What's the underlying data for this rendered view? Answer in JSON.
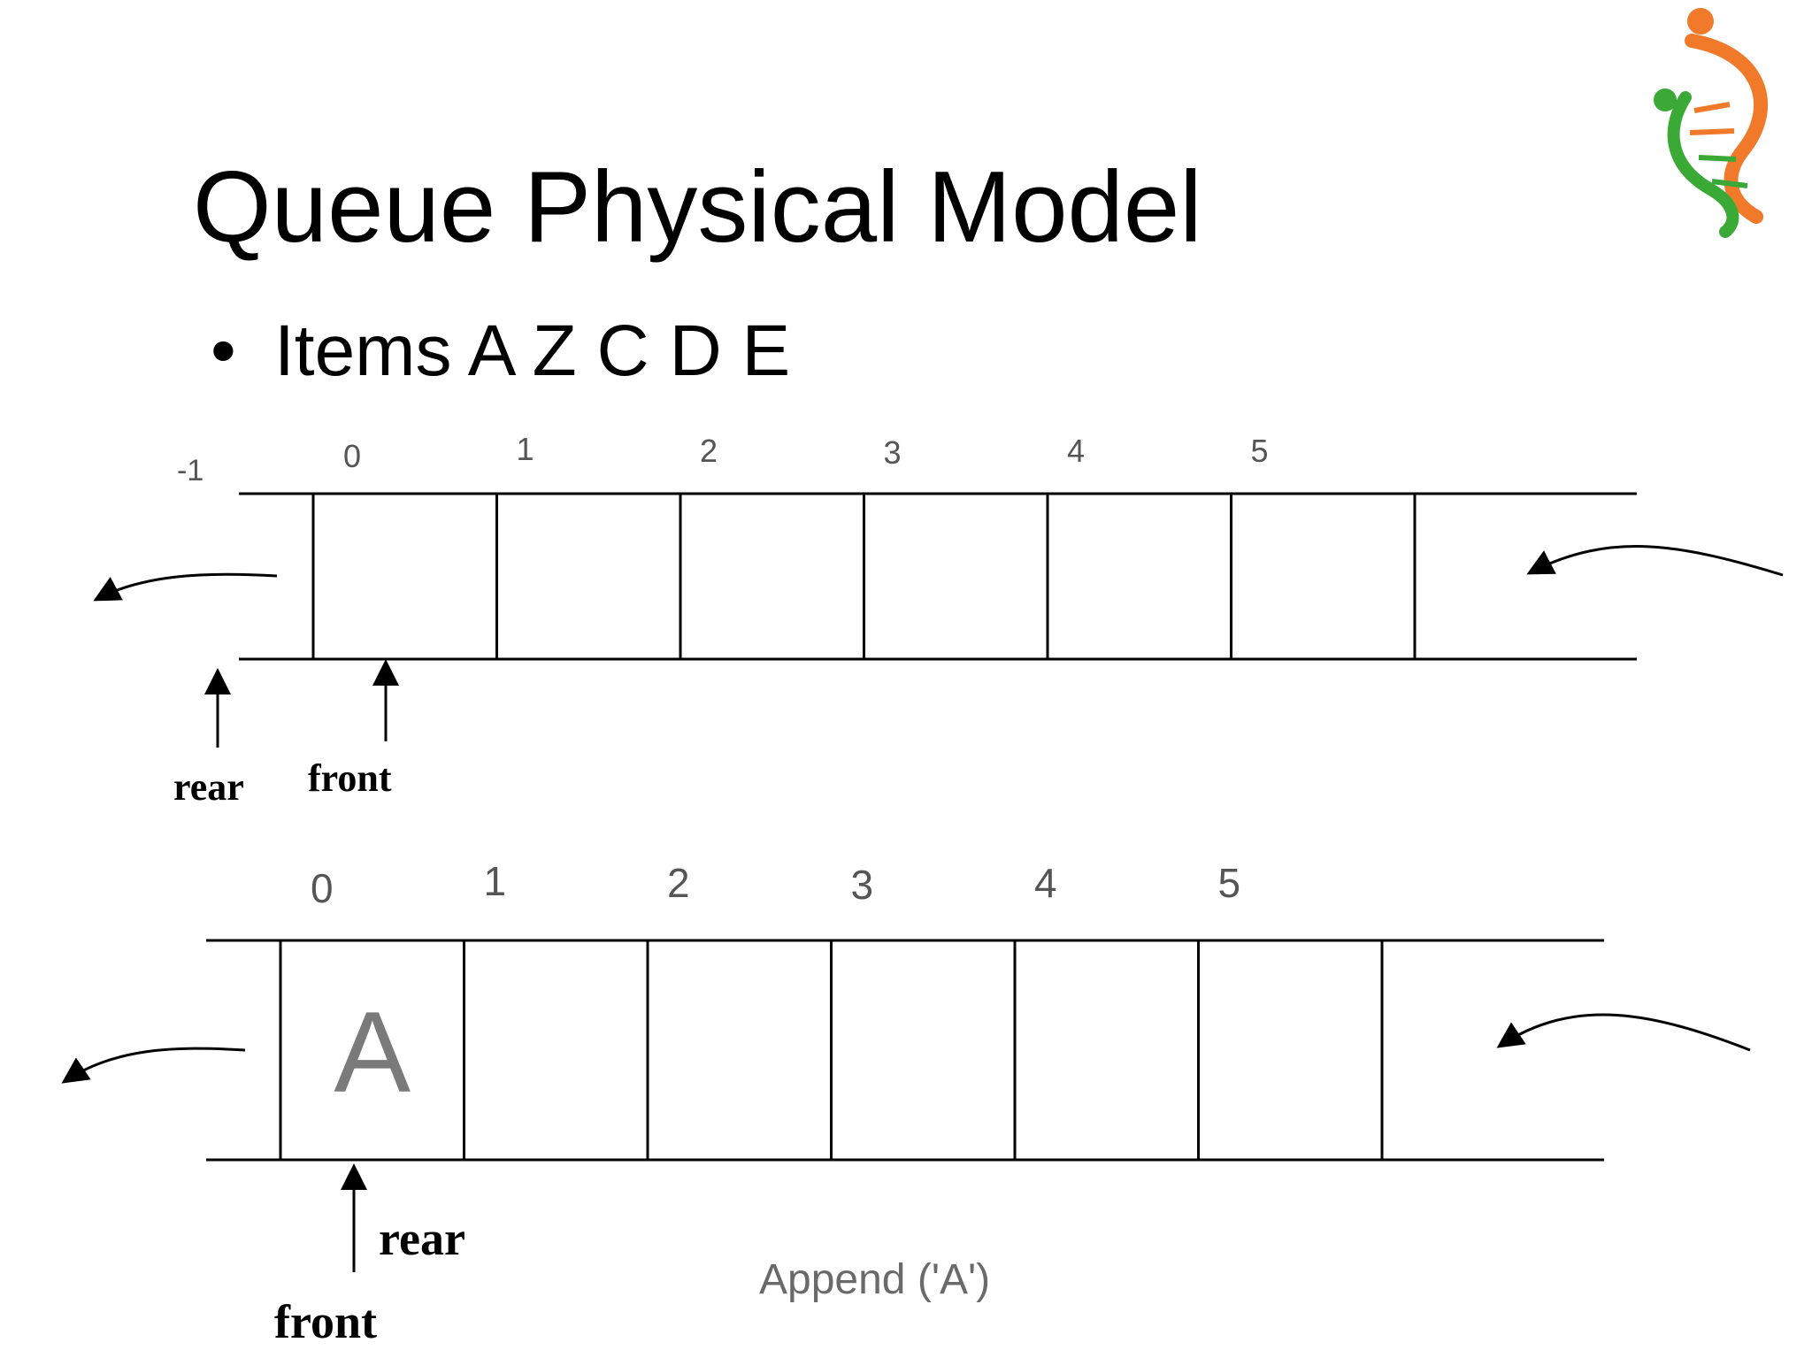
{
  "slide": {
    "title": "Queue Physical Model",
    "bullet": "Items A Z C D E"
  },
  "logo": {
    "icon": "dna-person-logo-icon",
    "colors": [
      "#f07a2a",
      "#3aa935"
    ]
  },
  "diagram1": {
    "out_of_range_index": "-1",
    "indices": [
      "0",
      "1",
      "2",
      "3",
      "4",
      "5"
    ],
    "cells": [
      "",
      "",
      "",
      "",
      "",
      ""
    ],
    "rear_label": "rear",
    "front_label": "front"
  },
  "diagram2": {
    "indices": [
      "0",
      "1",
      "2",
      "3",
      "4",
      "5"
    ],
    "cells": [
      "A",
      "",
      "",
      "",
      "",
      ""
    ],
    "rear_label": "rear",
    "front_label": "front",
    "operation": "Append ('A')"
  }
}
